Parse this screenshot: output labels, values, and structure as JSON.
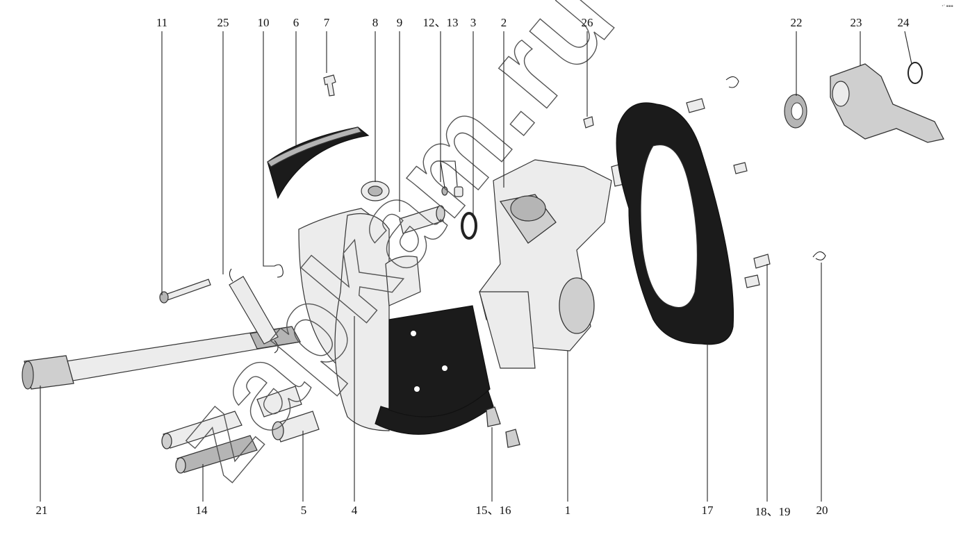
{
  "watermark": "zapkam.ru",
  "corner_mark": "•ᵒ ▪▪▪",
  "callouts": {
    "c11": "11",
    "c25": "25",
    "c10": "10",
    "c6": "6",
    "c7": "7",
    "c8": "8",
    "c9": "9",
    "c12_13": "12、13",
    "c3": "3",
    "c2": "2",
    "c26": "26",
    "c22": "22",
    "c23": "23",
    "c24": "24",
    "c21": "21",
    "c14": "14",
    "c5": "5",
    "c4": "4",
    "c15_16": "15、16",
    "c1": "1",
    "c17": "17",
    "c18_19": "18、19",
    "c20": "20"
  }
}
